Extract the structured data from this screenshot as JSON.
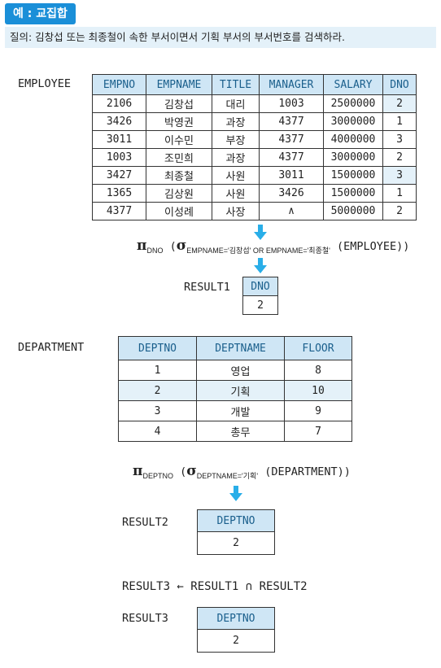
{
  "tag": "예 : 교집합",
  "question": "질의: 김창섭 또는 최종철이 속한 부서이면서 기획 부서의 부서번호를 검색하라.",
  "employee": {
    "name": "EMPLOYEE",
    "headers": [
      "EMPNO",
      "EMPNAME",
      "TITLE",
      "MANAGER",
      "SALARY",
      "DNO"
    ],
    "rows": [
      [
        "2106",
        "김창섭",
        "대리",
        "1003",
        "2500000",
        "2"
      ],
      [
        "3426",
        "박영권",
        "과장",
        "4377",
        "3000000",
        "1"
      ],
      [
        "3011",
        "이수민",
        "부장",
        "4377",
        "4000000",
        "3"
      ],
      [
        "1003",
        "조민희",
        "과장",
        "4377",
        "3000000",
        "2"
      ],
      [
        "3427",
        "최종철",
        "사원",
        "3011",
        "1500000",
        "3"
      ],
      [
        "1365",
        "김상원",
        "사원",
        "3426",
        "1500000",
        "1"
      ],
      [
        "4377",
        "이성례",
        "사장",
        "∧",
        "5000000",
        "2"
      ]
    ]
  },
  "expr1": {
    "pi": "π",
    "pi_sub": "DNO",
    "sigma": "σ",
    "sigma_sub": "EMPNAME='김창섭' OR EMPNAME='최종철'",
    "rest": "(EMPLOYEE))",
    "open": "("
  },
  "result1": {
    "name": "RESULT1",
    "header": "DNO",
    "value": "2"
  },
  "department": {
    "name": "DEPARTMENT",
    "headers": [
      "DEPTNO",
      "DEPTNAME",
      "FLOOR"
    ],
    "rows": [
      [
        "1",
        "영업",
        "8"
      ],
      [
        "2",
        "기획",
        "10"
      ],
      [
        "3",
        "개발",
        "9"
      ],
      [
        "4",
        "총무",
        "7"
      ]
    ]
  },
  "expr2": {
    "pi": "π",
    "pi_sub": "DEPTNO",
    "sigma": "σ",
    "sigma_sub": "DEPTNAME='기획'",
    "rest": "(DEPARTMENT))",
    "open": "("
  },
  "result2": {
    "name": "RESULT2",
    "header": "DEPTNO",
    "value": "2"
  },
  "expr3": {
    "text": "RESULT3 ← RESULT1 ∩ RESULT2"
  },
  "result3": {
    "name": "RESULT3",
    "header": "DEPTNO",
    "value": "2"
  }
}
